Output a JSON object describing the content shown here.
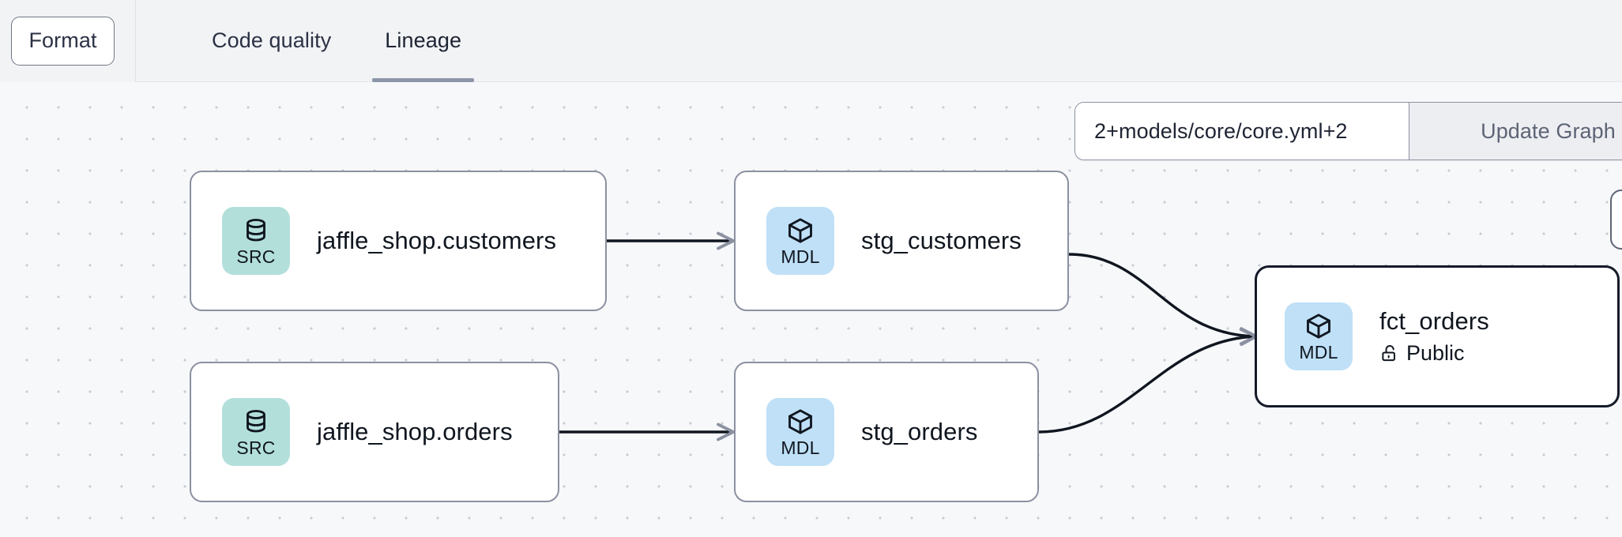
{
  "toolbar": {
    "format_button_label": "Format",
    "tabs": [
      {
        "label": "Code quality",
        "active": false
      },
      {
        "label": "Lineage",
        "active": true
      }
    ]
  },
  "filter_control": {
    "selector_value": "2+models/core/core.yml+2",
    "selector_placeholder": "",
    "update_button_label": "Update Graph"
  },
  "graph": {
    "nodes": [
      {
        "id": "jaffle_shop_customers",
        "badge_type": "SRC",
        "badge_icon": "database-icon",
        "title": "jaffle_shop.customers",
        "subtitle": null,
        "subtitle_icon": null,
        "selected": false
      },
      {
        "id": "jaffle_shop_orders",
        "badge_type": "SRC",
        "badge_icon": "database-icon",
        "title": "jaffle_shop.orders",
        "subtitle": null,
        "subtitle_icon": null,
        "selected": false
      },
      {
        "id": "stg_customers",
        "badge_type": "MDL",
        "badge_icon": "cube-icon",
        "title": "stg_customers",
        "subtitle": null,
        "subtitle_icon": null,
        "selected": false
      },
      {
        "id": "stg_orders",
        "badge_type": "MDL",
        "badge_icon": "cube-icon",
        "title": "stg_orders",
        "subtitle": null,
        "subtitle_icon": null,
        "selected": false
      },
      {
        "id": "fct_orders",
        "badge_type": "MDL",
        "badge_icon": "cube-icon",
        "title": "fct_orders",
        "subtitle": "Public",
        "subtitle_icon": "unlock-icon",
        "selected": true
      }
    ],
    "edges": [
      {
        "from": "jaffle_shop_customers",
        "to": "stg_customers"
      },
      {
        "from": "jaffle_shop_orders",
        "to": "stg_orders"
      },
      {
        "from": "stg_customers",
        "to": "fct_orders"
      },
      {
        "from": "stg_orders",
        "to": "fct_orders"
      }
    ]
  },
  "colors": {
    "src_badge": "#b3dfdb",
    "mdl_badge": "#bfe0f7",
    "edge": "#10161f",
    "node_border": "#8b91a0",
    "selected_node_border": "#141a28",
    "canvas_background": "#f7f8fa",
    "toolbar_background": "#f2f3f5",
    "active_tab_underline": "#8d96a8"
  }
}
